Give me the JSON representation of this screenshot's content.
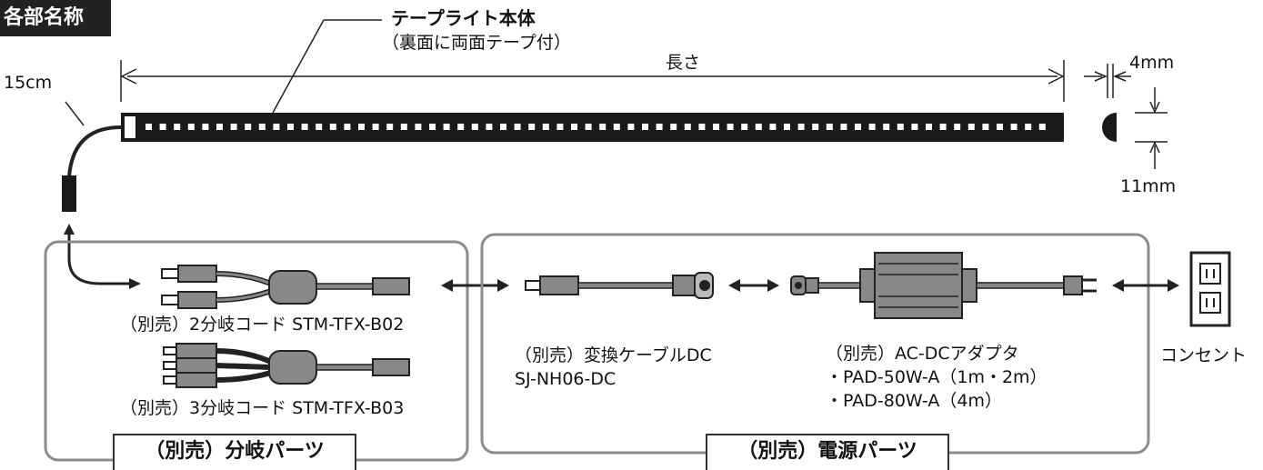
{
  "header": {
    "section_title": "各部名称"
  },
  "tape": {
    "name": "テープライト本体",
    "note": "（裏面に両面テープ付）",
    "length_label": "長さ",
    "cable_length": "15cm",
    "width_label": "4mm",
    "height_label": "11mm"
  },
  "branch_parts": {
    "box_title": "（別売）分岐パーツ",
    "two_way": "（別売）2分岐コード STM-TFX-B02",
    "three_way": "（別売）3分岐コード STM-TFX-B03"
  },
  "power_parts": {
    "box_title": "（別売）電源パーツ",
    "dc_cable_line1": "（別売）変換ケーブルDC",
    "dc_cable_line2": "SJ-NH06-DC",
    "adapter_line1": "（別売）AC-DCアダプタ",
    "adapter_line2": "・PAD-50W-A（1m・2m）",
    "adapter_line3": "・PAD-80W-A（4m）"
  },
  "outlet": {
    "label": "コンセント"
  },
  "colors": {
    "cord_gray": "#7a7a7a",
    "box_border": "#8c8c8c",
    "dark": "#222222"
  }
}
